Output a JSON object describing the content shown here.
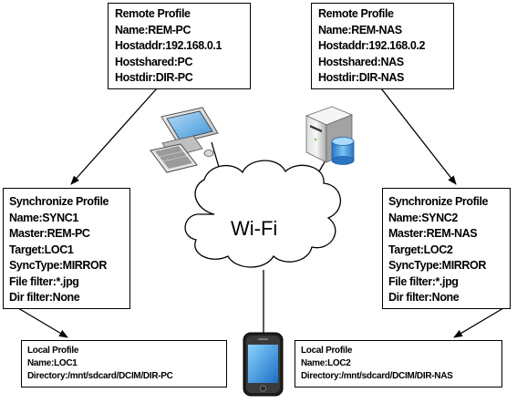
{
  "cloud": {
    "label": "Wi-Fi"
  },
  "remote_profiles": [
    {
      "title": "Remote Profile",
      "lines": [
        "Name:REM-PC",
        "Hostaddr:192.168.0.1",
        "Hostshared:PC",
        "Hostdir:DIR-PC"
      ]
    },
    {
      "title": "Remote Profile",
      "lines": [
        "Name:REM-NAS",
        "Hostaddr:192.168.0.2",
        "Hostshared:NAS",
        "Hostdir:DIR-NAS"
      ]
    }
  ],
  "sync_profiles": [
    {
      "title": "Synchronize Profile",
      "lines": [
        "Name:SYNC1",
        "Master:REM-PC",
        "Target:LOC1",
        "SyncType:MIRROR",
        "File filter:*.jpg",
        "Dir filter:None"
      ]
    },
    {
      "title": "Synchronize Profile",
      "lines": [
        "Name:SYNC2",
        "Master:REM-NAS",
        "Target:LOC2",
        "SyncType:MIRROR",
        "File filter:*.jpg",
        "Dir filter:None"
      ]
    }
  ],
  "local_profiles": [
    {
      "title": "Local Profile",
      "lines": [
        "Name:LOC1",
        "Directory:/mnt/sdcard/DCIM/DIR-PC"
      ]
    },
    {
      "title": "Local Profile",
      "lines": [
        "Name:LOC2",
        "Directory:/mnt/sdcard/DCIM/DIR-NAS"
      ]
    }
  ],
  "icons": [
    "desktop-pc-icon",
    "server-icon",
    "smartphone-icon",
    "cloud-icon"
  ],
  "colors": {
    "line": "#000000",
    "box_border": "#000000",
    "server_cylinder": "#3c8fd8"
  }
}
